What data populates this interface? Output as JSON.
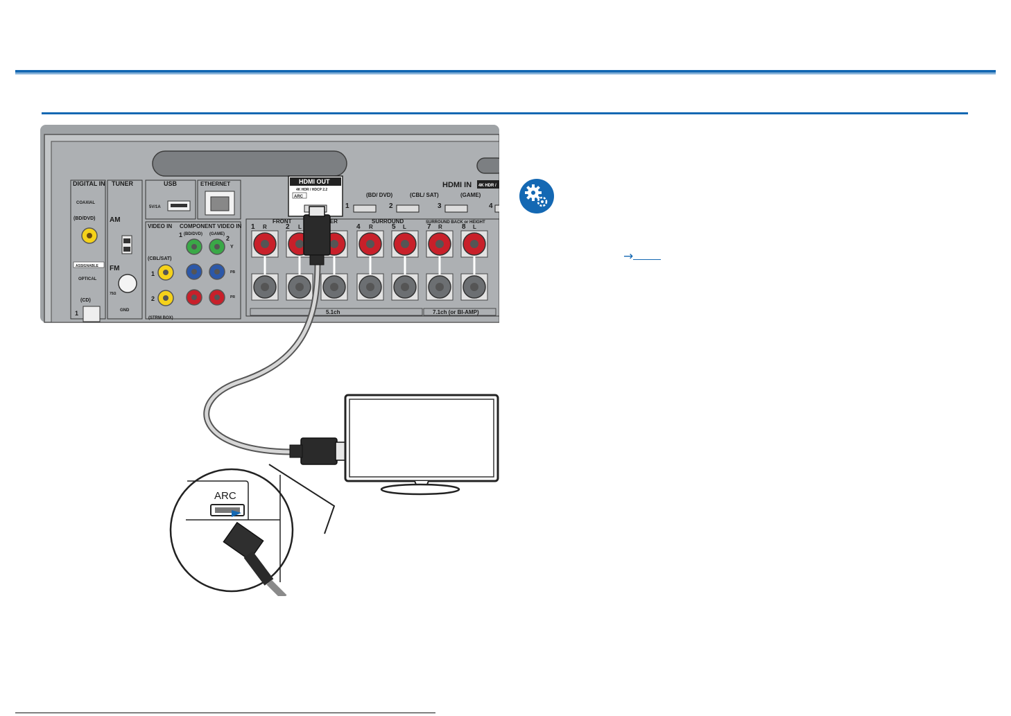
{
  "panel": {
    "digital_in": "DIGITAL IN",
    "coaxial": "COAXIAL",
    "bd_dvd": "(BD/DVD)",
    "assignable": "ASSIGNABLE",
    "optical": "OPTICAL",
    "cd": "(CD)",
    "optical_num": "1",
    "tuner": "TUNER",
    "am": "AM",
    "fm": "FM",
    "ohm": "75Ω",
    "gnd": "GND",
    "usb": "USB",
    "usb_power": "5V/1A",
    "ethernet": "ETHERNET",
    "video_in": "VIDEO IN",
    "component_video_in": "COMPONENT VIDEO IN",
    "cbl_sat": "(CBL/SAT)",
    "strm_box": "(STRM BOX)",
    "num_1": "1",
    "num_2": "2",
    "comp_bd_dvd": "(BD/DVD)",
    "comp_game": "(GAME)",
    "y": "Y",
    "pb": "PB",
    "pr": "PR",
    "hdmi_out": "HDMI OUT",
    "hdmi_out_sub": "4K HDR / HDCP 2.2",
    "arc": "ARC",
    "hdmi_in": "HDMI IN",
    "hdmi_in_sub": "4K HDR /",
    "hdmi_in_1": "1",
    "hdmi_in_1_label": "(BD/\nDVD)",
    "hdmi_in_2": "2",
    "hdmi_in_2_label": "(CBL/\nSAT)",
    "hdmi_in_3": "3",
    "hdmi_in_3_label": "(GAME)",
    "hdmi_in_4": "4",
    "front": "FRONT",
    "front_r": "R",
    "front_l": "L",
    "center": "CENTER",
    "surround": "SURROUND",
    "surround_r": "R",
    "surround_l": "L",
    "sb_height": "SURROUND BACK or HEIGHT",
    "sb_r": "R",
    "sb_l": "L",
    "n1": "1",
    "n2": "2",
    "n4": "4",
    "n5": "5",
    "n7": "7",
    "n8": "8",
    "ch51": "5.1ch",
    "ch71": "7.1ch (or BI-AMP)"
  },
  "zoom": {
    "arc": "ARC"
  },
  "reference": {
    "arrow": "→"
  },
  "colors": {
    "accent": "#1468b3",
    "panel": "#adb0b3",
    "terminal_red": "#c8202a",
    "rca_yellow": "#f5d21a",
    "rca_green": "#3aa847",
    "rca_blue": "#2c58a8"
  },
  "icons": {
    "settings": "gear-icon"
  }
}
